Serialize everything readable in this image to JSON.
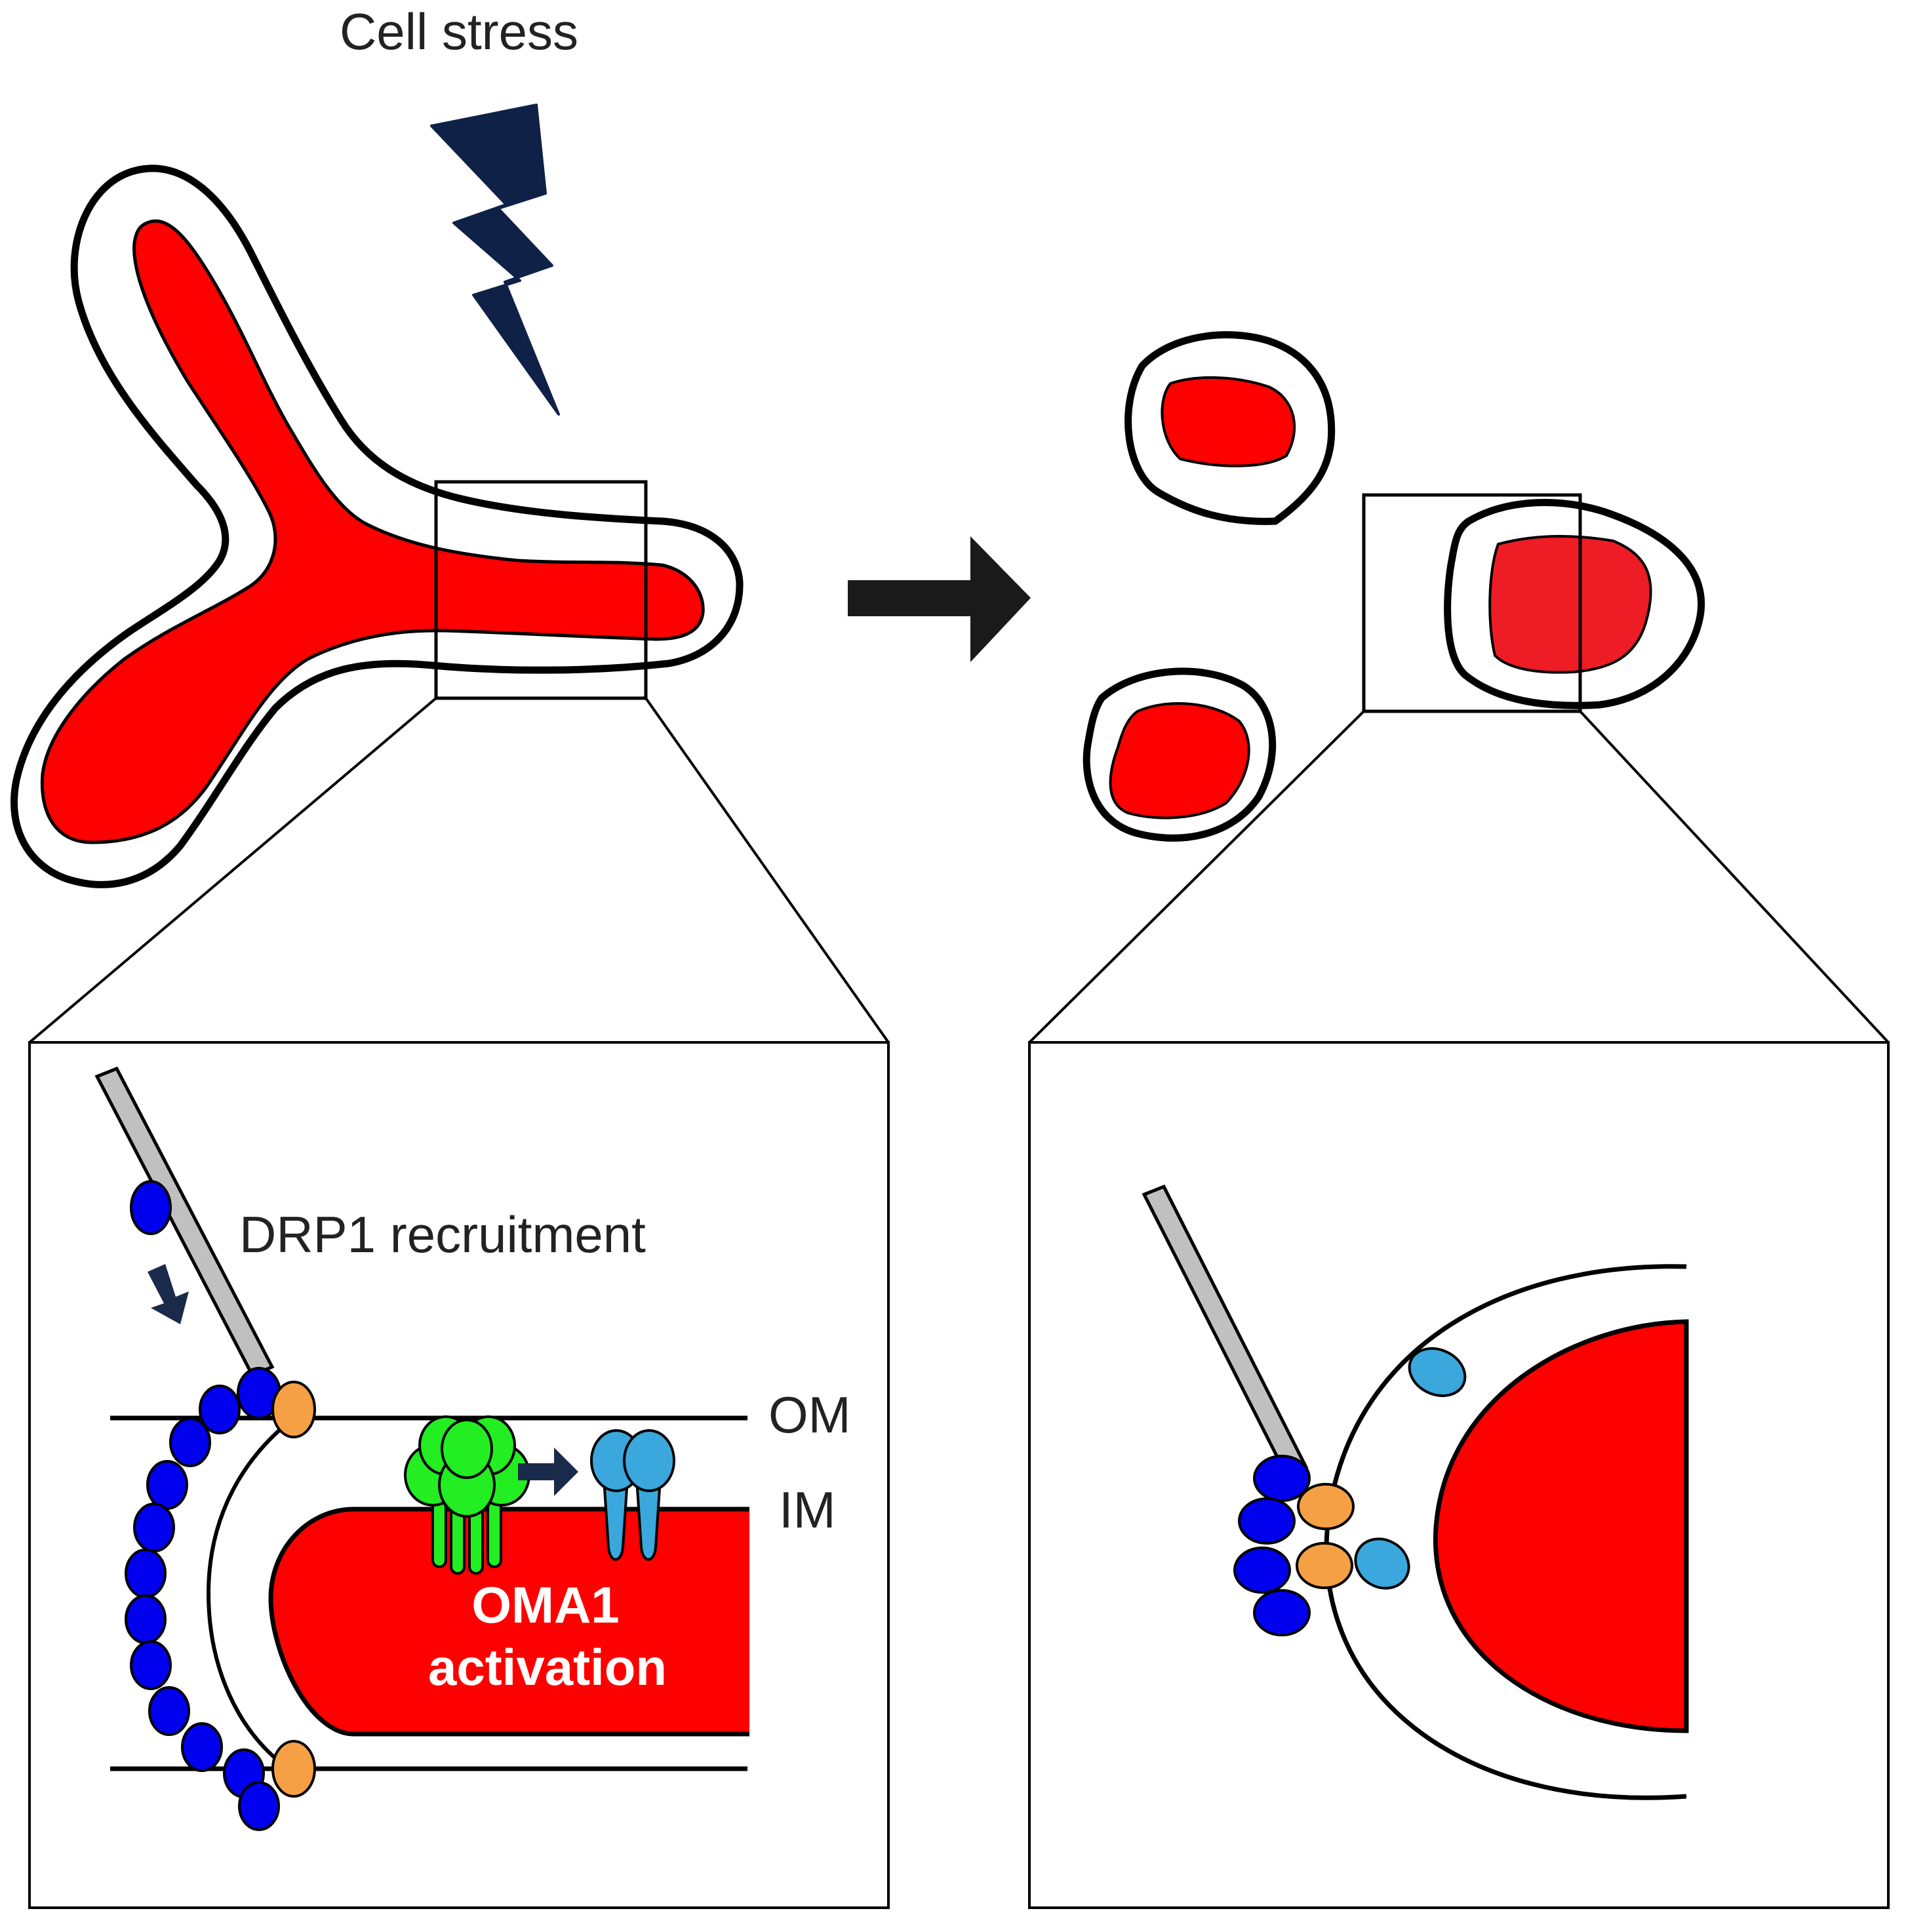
{
  "labels": {
    "cell_stress": "Cell stress",
    "drp1_recruitment": "DRP1 recruitment",
    "om": "OM",
    "im": "IM",
    "oma1_line1": "OMA1",
    "oma1_line2": "activation"
  },
  "colors": {
    "matrix_red": "#ff0000",
    "fragment_red": "#ee1c25",
    "lightning_navy": "#0f2147",
    "drp1_blue": "#0000ee",
    "adaptor_orange": "#f5a045",
    "oma1_active_cyan": "#3aa7dd",
    "oma1_inactive_green": "#22ee22",
    "er_tubule_gray": "#c0c0c0",
    "outline_black": "#000000"
  },
  "icons": {
    "stress": "lightning-bolt-icon",
    "transition": "right-arrow-icon"
  }
}
